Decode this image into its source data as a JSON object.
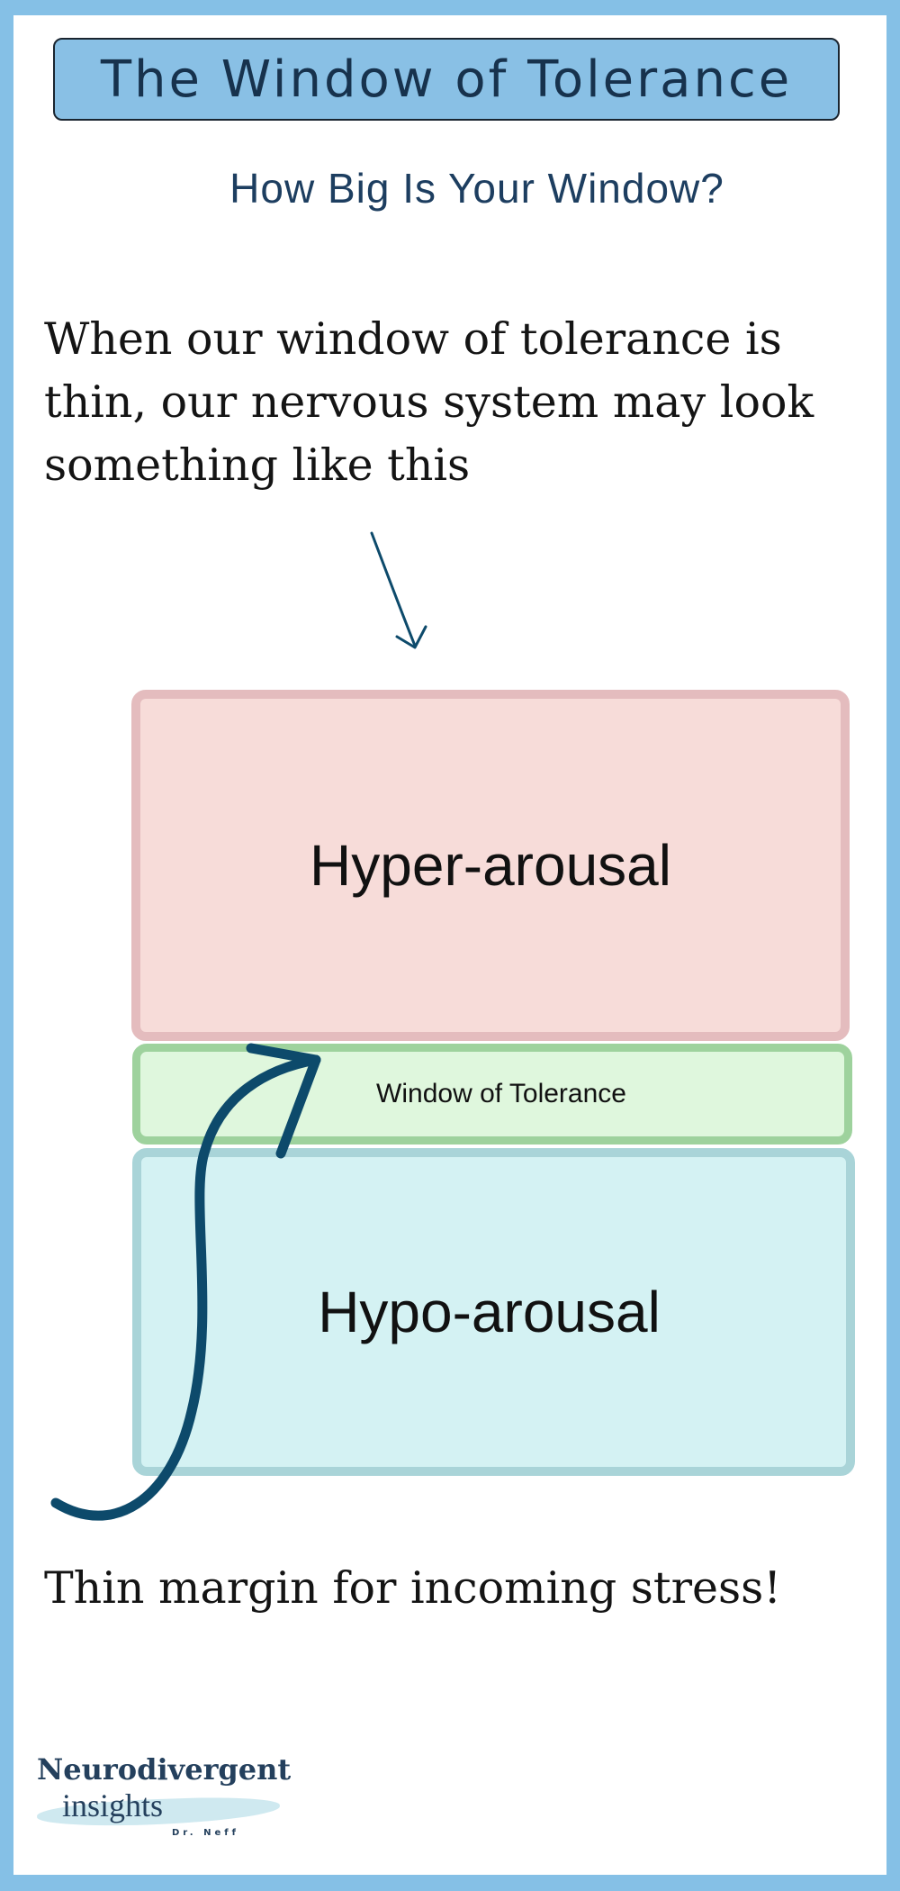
{
  "header": {
    "title": "The Window of Tolerance",
    "subtitle": "How Big Is Your Window?"
  },
  "intro": {
    "lines": [
      "When our window of tolerance is",
      "thin, our nervous system may look",
      "something like this"
    ]
  },
  "zones": {
    "hyper": "Hyper-arousal",
    "window": "Window of Tolerance",
    "hypo": "Hypo-arousal"
  },
  "note": "Thin margin for incoming stress!",
  "logo": {
    "line1": "Neurodivergent",
    "line2": "insights",
    "line3": "Dr. Neff"
  },
  "colors": {
    "frame": "#85c0e6",
    "title_fill": "#89c0e5",
    "hyper_fill": "#f7dcd9",
    "hyper_border": "#e4bcbe",
    "window_fill": "#dff7dd",
    "window_border": "#9ed29d",
    "hypo_fill": "#d4f2f3",
    "hypo_border": "#a9d4d8",
    "arrow": "#0d4a6b"
  },
  "icons": [
    "down-arrow-icon",
    "curved-up-arrow-icon"
  ]
}
